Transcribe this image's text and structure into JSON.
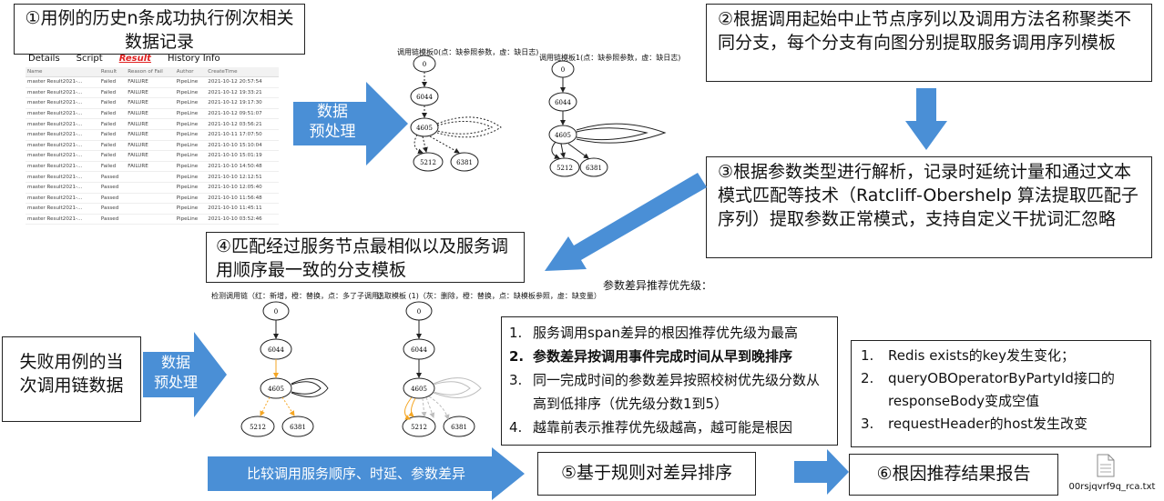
{
  "box1": {
    "text": "①用例的历史n条成功执行例次相关数据记录"
  },
  "box2": {
    "text": "②根据调用起始中止节点序列以及调用方法名称聚类不同分支，每个分支有向图分别提取服务调用序列模板"
  },
  "box3": {
    "text": "③根据参数类型进行解析，记录时延统计量和通过文本模式匹配等技术（Ratcliff-Obershelp 算法提取匹配子序列）提取参数正常模式，支持自定义干扰词汇忽略"
  },
  "box4": {
    "text": "④匹配经过服务节点最相似以及服务调用顺序最一致的分支模板"
  },
  "box5": {
    "text": "⑤基于规则对差异排序"
  },
  "box6": {
    "text": "⑥根因推荐结果报告"
  },
  "failed_box": {
    "text": "失败用例的当次调用链数据"
  },
  "arrow_preprocess_top": {
    "line1": "数据",
    "line2": "预处理"
  },
  "arrow_preprocess_bottom": {
    "line1": "数据",
    "line2": "预处理"
  },
  "compare_arrow": {
    "text": "比较调用服务顺序、时延、参数差异"
  },
  "priority_label": "参数差异推荐优先级：",
  "priority_list": [
    {
      "num": "1.",
      "text": "服务调用span差异的根因推荐优先级为最高",
      "bold": false
    },
    {
      "num": "2.",
      "text": "参数差异按调用事件完成时间从早到晚排序",
      "bold": true
    },
    {
      "num": "3.",
      "text": "同一完成时间的参数差异按照校树优先级分数从高到低排序（优先级分数1到5）",
      "bold": false
    },
    {
      "num": "4.",
      "text": "越靠前表示推荐优先级越高，越可能是根因",
      "bold": false
    }
  ],
  "result_list": [
    {
      "num": "1.",
      "text": "Redis exists的key发生变化；"
    },
    {
      "num": "2.",
      "text": "queryOBOperatorByPartyId接口的responseBody变成空值"
    },
    {
      "num": "3.",
      "text": "requestHeader的host发生改变"
    }
  ],
  "file": {
    "name": "00rsjqvrf9q_rca.txt"
  },
  "table": {
    "tabs": [
      "Details",
      "Script",
      "Result",
      "History Info"
    ],
    "active_tab": "Result",
    "columns": [
      "Name",
      "Result",
      "Reason of Fail",
      "Author",
      "CreateTime"
    ],
    "rows": [
      [
        "master Result2021-...",
        "Failed",
        "FAILURE",
        "PipeLine",
        "2021-10-12 20:57:54"
      ],
      [
        "master Result2021-...",
        "Failed",
        "FAILURE",
        "PipeLine",
        "2021-10-12 19:33:21"
      ],
      [
        "master Result2021-...",
        "Failed",
        "FAILURE",
        "PipeLine",
        "2021-10-12 19:17:30"
      ],
      [
        "master Result2021-...",
        "Failed",
        "FAILURE",
        "PipeLine",
        "2021-10-12 09:51:07"
      ],
      [
        "master Result2021-...",
        "Failed",
        "FAILURE",
        "PipeLine",
        "2021-10-12 03:56:21"
      ],
      [
        "master Result2021-...",
        "Failed",
        "FAILURE",
        "PipeLine",
        "2021-10-11 17:07:50"
      ],
      [
        "master Result2021-...",
        "Failed",
        "FAILURE",
        "PipeLine",
        "2021-10-10 15:10:04"
      ],
      [
        "master Result2021-...",
        "Failed",
        "FAILURE",
        "PipeLine",
        "2021-10-10 15:01:19"
      ],
      [
        "master Result2021-...",
        "Failed",
        "FAILURE",
        "PipeLine",
        "2021-10-10 14:50:48"
      ],
      [
        "master Result2021-...",
        "Passed",
        "",
        "PipeLine",
        "2021-10-10 12:12:51"
      ],
      [
        "master Result2021-...",
        "Passed",
        "",
        "PipeLine",
        "2021-10-10 12:05:40"
      ],
      [
        "master Result2021-...",
        "Passed",
        "",
        "PipeLine",
        "2021-10-10 11:56:48"
      ],
      [
        "master Result2021-...",
        "Passed",
        "",
        "PipeLine",
        "2021-10-10 11:45:11"
      ],
      [
        "master Result2021-...",
        "Passed",
        "",
        "PipeLine",
        "2021-10-10 03:52:46"
      ]
    ]
  },
  "graphs": {
    "template0_title": "调用链模板0(点：缺参照参数，虚：缺日志)",
    "template1_title": "调用链模板1(点：缺参照参数，虚：缺日志)",
    "detect_title": "检测调用链（红：新增，橙：替换，点：多了子调用）",
    "select_title": "选取模板 (1)（灰：删除，橙：替换，点：缺模板参照，虚：缺变量）",
    "nodes": [
      "0",
      "6044",
      "4605",
      "5212",
      "6381"
    ]
  },
  "colors": {
    "arrow_blue": "#4a8fd6",
    "orange": "#f5a623",
    "gray": "#bdbdbd"
  }
}
